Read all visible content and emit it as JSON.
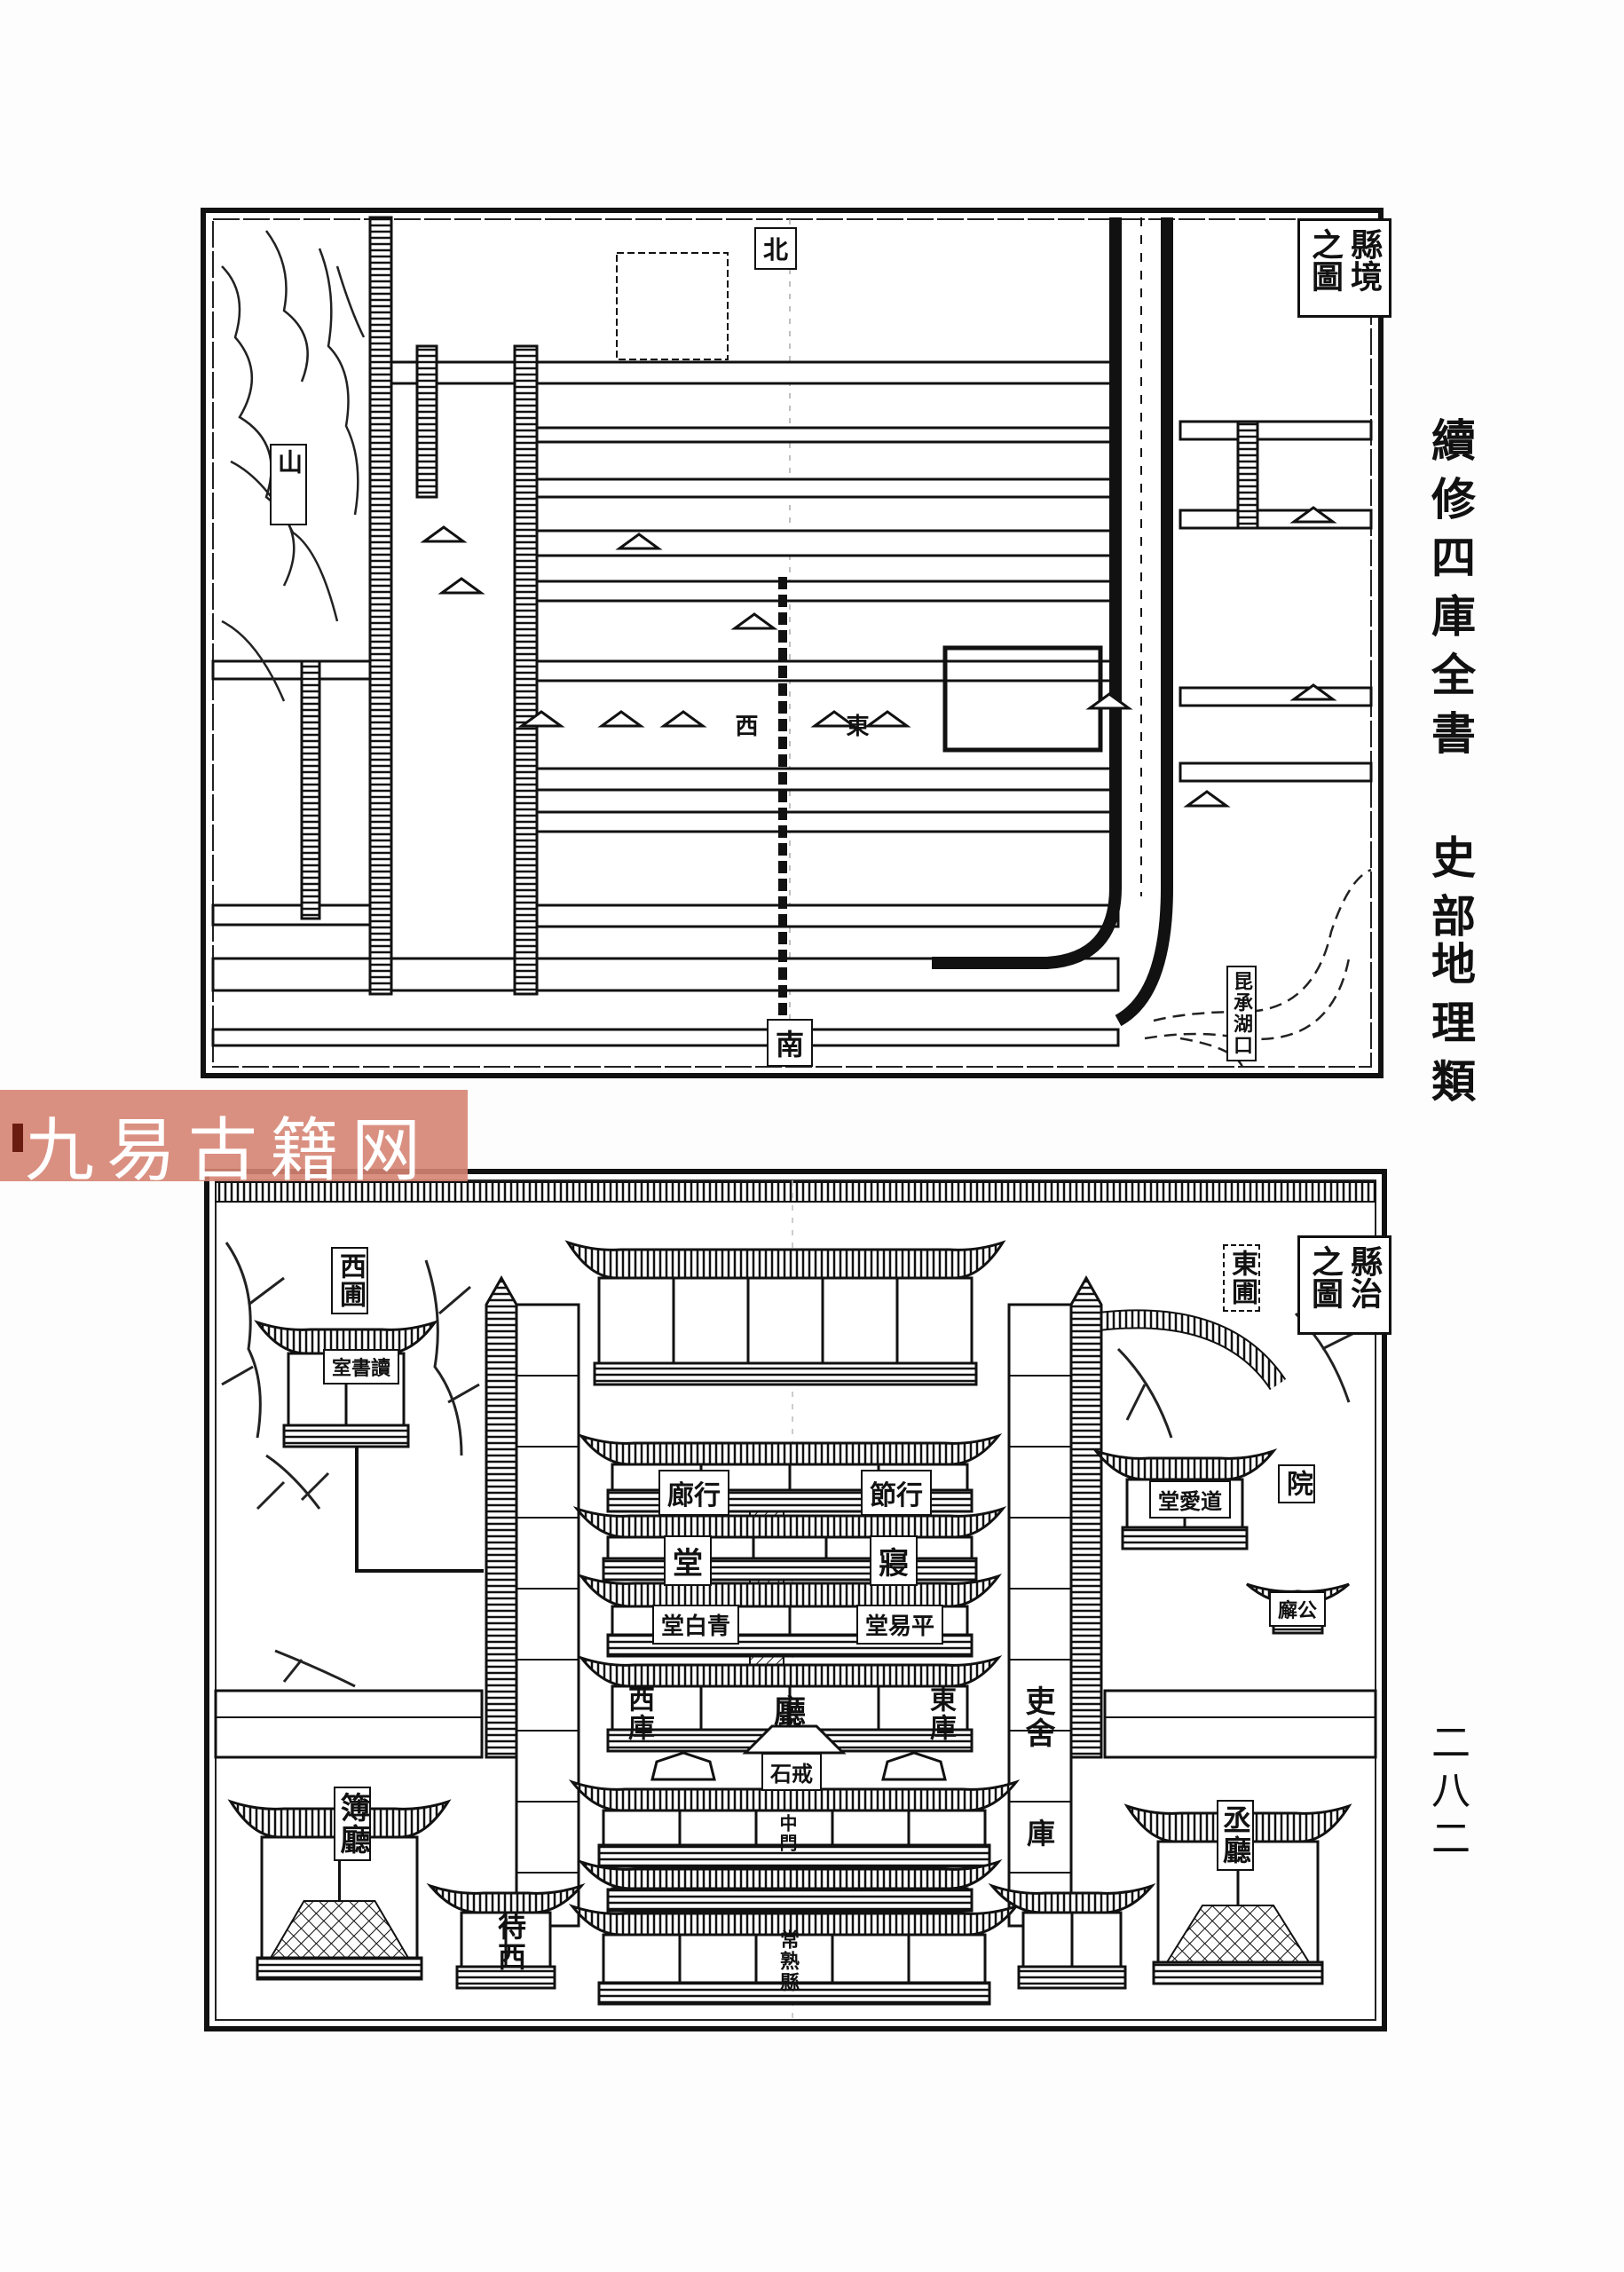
{
  "page": {
    "series_title": "續修四庫全書",
    "section": "史部",
    "category": "地理類",
    "page_number": "二八二"
  },
  "watermark": "九易古籍网",
  "map_top": {
    "title": "縣境之圖",
    "north": "北",
    "south": "南",
    "labels": {
      "west": "西",
      "east": "東",
      "mountain": "山",
      "lake_mouth": "昆承湖口"
    }
  },
  "map_bottom": {
    "title": "縣治之圖",
    "labels": {
      "west_garden": "西圃",
      "east_garden": "東圃",
      "study": "讀書室",
      "corridor_left": "行廊",
      "corridor_right": "行節",
      "hall": "堂",
      "sleeping": "寢",
      "qingbai_hall": "青白堂",
      "pingyi_hall": "平易堂",
      "west_store": "西庫",
      "main_hall": "廳",
      "east_store": "東庫",
      "admonition_stone": "戒石",
      "middle_gate": "中門",
      "county_name": "常熟縣",
      "daoai_hall": "道愛堂",
      "courtyard": "院",
      "office": "公廨",
      "clerk_quarters": "吏舍",
      "store": "庫",
      "registrar_hall": "簿廳",
      "assistant_hall": "丞廳",
      "west_attendant": "待西"
    }
  }
}
